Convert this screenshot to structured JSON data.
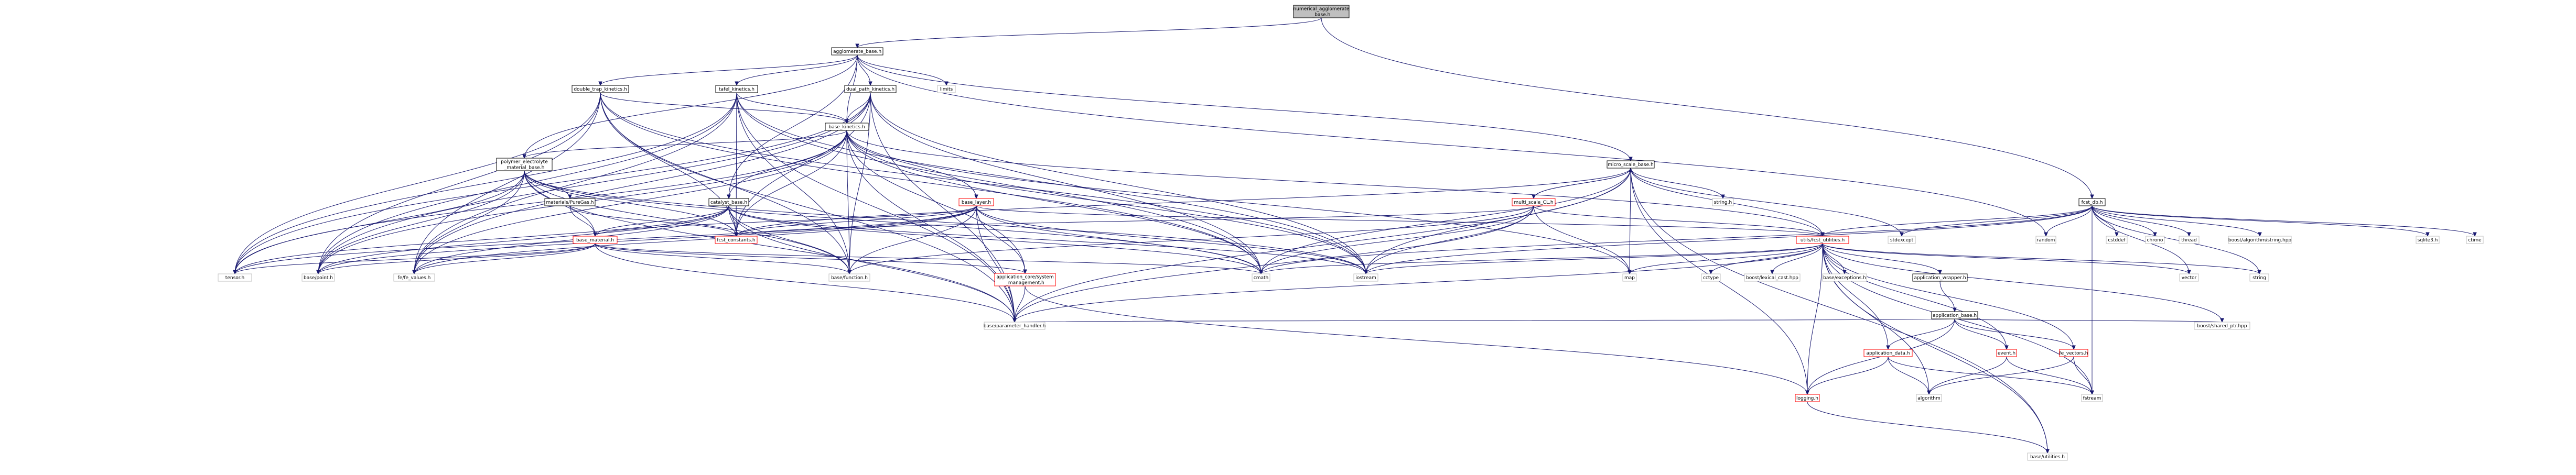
{
  "colors": {
    "edge": "#191970",
    "root_fill": "#bfbfbf",
    "node_fill": "#ffffff",
    "node_border_normal": "#000000",
    "node_border_truncated": "#ff0000",
    "node_border_system": "#bfbfbf"
  },
  "nodes": [
    {
      "id": "root",
      "lines": [
        "numerical_agglomerate",
        "_base.h"
      ],
      "kind": "root"
    },
    {
      "id": "agglom",
      "lines": [
        "agglomerate_base.h"
      ],
      "kind": "normal"
    },
    {
      "id": "limits",
      "lines": [
        "limits"
      ],
      "kind": "system"
    },
    {
      "id": "double_trap",
      "lines": [
        "double_trap_kinetics.h"
      ],
      "kind": "normal"
    },
    {
      "id": "tafel",
      "lines": [
        "tafel_kinetics.h"
      ],
      "kind": "normal"
    },
    {
      "id": "dual_path",
      "lines": [
        "dual_path_kinetics.h"
      ],
      "kind": "normal"
    },
    {
      "id": "base_kinetics",
      "lines": [
        "base_kinetics.h"
      ],
      "kind": "normal"
    },
    {
      "id": "polymer",
      "lines": [
        "polymer_electrolyte",
        "_material_base.h"
      ],
      "kind": "normal"
    },
    {
      "id": "puregas",
      "lines": [
        "materials/PureGas.h"
      ],
      "kind": "normal"
    },
    {
      "id": "catalyst",
      "lines": [
        "catalyst_base.h"
      ],
      "kind": "normal"
    },
    {
      "id": "base_material",
      "lines": [
        "base_material.h"
      ],
      "kind": "truncated"
    },
    {
      "id": "base_layer",
      "lines": [
        "base_layer.h"
      ],
      "kind": "truncated"
    },
    {
      "id": "fcst_constants",
      "lines": [
        "fcst_constants.h"
      ],
      "kind": "truncated"
    },
    {
      "id": "micro_scale",
      "lines": [
        "micro_scale_base.h"
      ],
      "kind": "normal"
    },
    {
      "id": "multi_scale",
      "lines": [
        "multi_scale_CL.h"
      ],
      "kind": "truncated"
    },
    {
      "id": "fcst_db",
      "lines": [
        "fcst_db.h"
      ],
      "kind": "normal"
    },
    {
      "id": "tensor",
      "lines": [
        "tensor.h"
      ],
      "kind": "system"
    },
    {
      "id": "point",
      "lines": [
        "base/point.h"
      ],
      "kind": "system"
    },
    {
      "id": "fe_values",
      "lines": [
        "fe/fe_values.h"
      ],
      "kind": "system"
    },
    {
      "id": "function",
      "lines": [
        "base/function.h"
      ],
      "kind": "system"
    },
    {
      "id": "app_system",
      "lines": [
        "application_core/system",
        "_management.h"
      ],
      "kind": "truncated"
    },
    {
      "id": "cmath",
      "lines": [
        "cmath"
      ],
      "kind": "system"
    },
    {
      "id": "iostream",
      "lines": [
        "iostream"
      ],
      "kind": "system"
    },
    {
      "id": "param_handler",
      "lines": [
        "base/parameter_handler.h"
      ],
      "kind": "system"
    },
    {
      "id": "stringh",
      "lines": [
        "string.h"
      ],
      "kind": "system"
    },
    {
      "id": "stdexcept",
      "lines": [
        "stdexcept"
      ],
      "kind": "system"
    },
    {
      "id": "random",
      "lines": [
        "random"
      ],
      "kind": "system"
    },
    {
      "id": "cstddef",
      "lines": [
        "cstddef"
      ],
      "kind": "system"
    },
    {
      "id": "chrono",
      "lines": [
        "chrono"
      ],
      "kind": "system"
    },
    {
      "id": "thread",
      "lines": [
        "thread"
      ],
      "kind": "system"
    },
    {
      "id": "boost_algo",
      "lines": [
        "boost/algorithm/string.hpp"
      ],
      "kind": "system"
    },
    {
      "id": "sqlite",
      "lines": [
        "sqlite3.h"
      ],
      "kind": "system"
    },
    {
      "id": "ctime",
      "lines": [
        "ctime"
      ],
      "kind": "system"
    },
    {
      "id": "fcst_utilities",
      "lines": [
        "utils/fcst_utilities.h"
      ],
      "kind": "truncated"
    },
    {
      "id": "map",
      "lines": [
        "map"
      ],
      "kind": "system"
    },
    {
      "id": "cctype",
      "lines": [
        "cctype"
      ],
      "kind": "system"
    },
    {
      "id": "lexical",
      "lines": [
        "boost/lexical_cast.hpp"
      ],
      "kind": "system"
    },
    {
      "id": "exceptions",
      "lines": [
        "base/exceptions.h"
      ],
      "kind": "system"
    },
    {
      "id": "app_wrapper",
      "lines": [
        "application_wrapper.h"
      ],
      "kind": "normal"
    },
    {
      "id": "vector",
      "lines": [
        "vector"
      ],
      "kind": "system"
    },
    {
      "id": "string",
      "lines": [
        "string"
      ],
      "kind": "system"
    },
    {
      "id": "app_base",
      "lines": [
        "application_base.h"
      ],
      "kind": "normal"
    },
    {
      "id": "boost_shared",
      "lines": [
        "boost/shared_ptr.hpp"
      ],
      "kind": "system"
    },
    {
      "id": "app_data",
      "lines": [
        "application_data.h"
      ],
      "kind": "truncated"
    },
    {
      "id": "event",
      "lines": [
        "event.h"
      ],
      "kind": "truncated"
    },
    {
      "id": "fe_vectors",
      "lines": [
        "fe_vectors.h"
      ],
      "kind": "truncated"
    },
    {
      "id": "algorithm",
      "lines": [
        "algorithm"
      ],
      "kind": "system"
    },
    {
      "id": "fstream",
      "lines": [
        "fstream"
      ],
      "kind": "system"
    },
    {
      "id": "logging",
      "lines": [
        "logging.h"
      ],
      "kind": "truncated"
    },
    {
      "id": "utilities",
      "lines": [
        "base/utilities.h"
      ],
      "kind": "system"
    }
  ],
  "edges": [
    [
      "root",
      "agglom"
    ],
    [
      "root",
      "fcst_db"
    ],
    [
      "agglom",
      "limits"
    ],
    [
      "agglom",
      "double_trap"
    ],
    [
      "agglom",
      "tafel"
    ],
    [
      "agglom",
      "dual_path"
    ],
    [
      "agglom",
      "base_kinetics"
    ],
    [
      "agglom",
      "polymer"
    ],
    [
      "agglom",
      "catalyst"
    ],
    [
      "agglom",
      "micro_scale"
    ],
    [
      "agglom",
      "random"
    ],
    [
      "double_trap",
      "base_kinetics"
    ],
    [
      "double_trap",
      "tensor"
    ],
    [
      "double_trap",
      "point"
    ],
    [
      "double_trap",
      "fe_values"
    ],
    [
      "double_trap",
      "function"
    ],
    [
      "double_trap",
      "param_handler"
    ],
    [
      "double_trap",
      "fcst_constants"
    ],
    [
      "double_trap",
      "cmath"
    ],
    [
      "double_trap",
      "iostream"
    ],
    [
      "tafel",
      "base_kinetics"
    ],
    [
      "tafel",
      "tensor"
    ],
    [
      "tafel",
      "point"
    ],
    [
      "tafel",
      "fe_values"
    ],
    [
      "tafel",
      "function"
    ],
    [
      "tafel",
      "param_handler"
    ],
    [
      "tafel",
      "fcst_constants"
    ],
    [
      "tafel",
      "cmath"
    ],
    [
      "tafel",
      "iostream"
    ],
    [
      "dual_path",
      "base_kinetics"
    ],
    [
      "dual_path",
      "tensor"
    ],
    [
      "dual_path",
      "point"
    ],
    [
      "dual_path",
      "fe_values"
    ],
    [
      "dual_path",
      "function"
    ],
    [
      "dual_path",
      "param_handler"
    ],
    [
      "dual_path",
      "fcst_constants"
    ],
    [
      "dual_path",
      "cmath"
    ],
    [
      "dual_path",
      "iostream"
    ],
    [
      "base_kinetics",
      "polymer"
    ],
    [
      "base_kinetics",
      "catalyst"
    ],
    [
      "base_kinetics",
      "base_layer"
    ],
    [
      "base_kinetics",
      "fcst_constants"
    ],
    [
      "base_kinetics",
      "app_system"
    ],
    [
      "base_kinetics",
      "tensor"
    ],
    [
      "base_kinetics",
      "point"
    ],
    [
      "base_kinetics",
      "fe_values"
    ],
    [
      "base_kinetics",
      "function"
    ],
    [
      "base_kinetics",
      "param_handler"
    ],
    [
      "base_kinetics",
      "cmath"
    ],
    [
      "base_kinetics",
      "iostream"
    ],
    [
      "base_kinetics",
      "map"
    ],
    [
      "base_kinetics",
      "fcst_utilities"
    ],
    [
      "polymer",
      "puregas"
    ],
    [
      "polymer",
      "base_material"
    ],
    [
      "polymer",
      "fcst_constants"
    ],
    [
      "polymer",
      "tensor"
    ],
    [
      "polymer",
      "point"
    ],
    [
      "polymer",
      "fe_values"
    ],
    [
      "polymer",
      "function"
    ],
    [
      "polymer",
      "param_handler"
    ],
    [
      "polymer",
      "cmath"
    ],
    [
      "polymer",
      "iostream"
    ],
    [
      "puregas",
      "base_material"
    ],
    [
      "puregas",
      "fcst_constants"
    ],
    [
      "catalyst",
      "base_material"
    ],
    [
      "catalyst",
      "fcst_constants"
    ],
    [
      "catalyst",
      "tensor"
    ],
    [
      "catalyst",
      "point"
    ],
    [
      "catalyst",
      "fe_values"
    ],
    [
      "catalyst",
      "function"
    ],
    [
      "catalyst",
      "param_handler"
    ],
    [
      "catalyst",
      "cmath"
    ],
    [
      "catalyst",
      "iostream"
    ],
    [
      "base_layer",
      "base_material"
    ],
    [
      "base_layer",
      "app_system"
    ],
    [
      "base_layer",
      "fcst_constants"
    ],
    [
      "base_layer",
      "fcst_utilities"
    ],
    [
      "base_layer",
      "tensor"
    ],
    [
      "base_layer",
      "point"
    ],
    [
      "base_layer",
      "fe_values"
    ],
    [
      "base_layer",
      "function"
    ],
    [
      "base_layer",
      "param_handler"
    ],
    [
      "base_layer",
      "cmath"
    ],
    [
      "base_layer",
      "iostream"
    ],
    [
      "base_material",
      "param_handler"
    ],
    [
      "base_material",
      "function"
    ],
    [
      "base_material",
      "app_system"
    ],
    [
      "base_material",
      "point"
    ],
    [
      "base_material",
      "tensor"
    ],
    [
      "base_material",
      "fe_values"
    ],
    [
      "base_material",
      "cmath"
    ],
    [
      "app_system",
      "param_handler"
    ],
    [
      "app_system",
      "logging"
    ],
    [
      "micro_scale",
      "multi_scale"
    ],
    [
      "micro_scale",
      "stringh"
    ],
    [
      "micro_scale",
      "stdexcept"
    ],
    [
      "micro_scale",
      "fcst_utilities"
    ],
    [
      "micro_scale",
      "fcst_constants"
    ],
    [
      "micro_scale",
      "map"
    ],
    [
      "micro_scale",
      "param_handler"
    ],
    [
      "micro_scale",
      "cmath"
    ],
    [
      "micro_scale",
      "iostream"
    ],
    [
      "micro_scale",
      "logging"
    ],
    [
      "micro_scale",
      "utilities"
    ],
    [
      "multi_scale",
      "micro_scale"
    ],
    [
      "multi_scale",
      "fcst_utilities"
    ],
    [
      "multi_scale",
      "function"
    ],
    [
      "multi_scale",
      "fcst_constants"
    ],
    [
      "multi_scale",
      "map"
    ],
    [
      "multi_scale",
      "param_handler"
    ],
    [
      "multi_scale",
      "cmath"
    ],
    [
      "multi_scale",
      "iostream"
    ],
    [
      "fcst_db",
      "random"
    ],
    [
      "fcst_db",
      "cstddef"
    ],
    [
      "fcst_db",
      "chrono"
    ],
    [
      "fcst_db",
      "thread"
    ],
    [
      "fcst_db",
      "boost_algo"
    ],
    [
      "fcst_db",
      "sqlite"
    ],
    [
      "fcst_db",
      "ctime"
    ],
    [
      "fcst_db",
      "fcst_utilities"
    ],
    [
      "fcst_db",
      "vector"
    ],
    [
      "fcst_db",
      "string"
    ],
    [
      "fcst_db",
      "iostream"
    ],
    [
      "fcst_db",
      "fstream"
    ],
    [
      "fcst_db",
      "cmath"
    ],
    [
      "fcst_db",
      "stdexcept"
    ],
    [
      "fcst_utilities",
      "map"
    ],
    [
      "fcst_utilities",
      "cctype"
    ],
    [
      "fcst_utilities",
      "lexical"
    ],
    [
      "fcst_utilities",
      "exceptions"
    ],
    [
      "fcst_utilities",
      "app_wrapper"
    ],
    [
      "fcst_utilities",
      "vector"
    ],
    [
      "fcst_utilities",
      "string"
    ],
    [
      "fcst_utilities",
      "app_data"
    ],
    [
      "fcst_utilities",
      "event"
    ],
    [
      "fcst_utilities",
      "fe_vectors"
    ],
    [
      "fcst_utilities",
      "algorithm"
    ],
    [
      "fcst_utilities",
      "fstream"
    ],
    [
      "fcst_utilities",
      "logging"
    ],
    [
      "fcst_utilities",
      "utilities"
    ],
    [
      "fcst_utilities",
      "cmath"
    ],
    [
      "fcst_utilities",
      "iostream"
    ],
    [
      "fcst_utilities",
      "param_handler"
    ],
    [
      "fcst_utilities",
      "boost_shared"
    ],
    [
      "app_wrapper",
      "app_base"
    ],
    [
      "app_base",
      "app_data"
    ],
    [
      "app_base",
      "event"
    ],
    [
      "app_base",
      "fe_vectors"
    ],
    [
      "app_base",
      "boost_shared"
    ],
    [
      "app_base",
      "param_handler"
    ],
    [
      "app_base",
      "logging"
    ],
    [
      "app_data",
      "algorithm"
    ],
    [
      "app_data",
      "fstream"
    ],
    [
      "app_data",
      "logging"
    ],
    [
      "event",
      "algorithm"
    ],
    [
      "event",
      "fstream"
    ],
    [
      "fe_vectors",
      "algorithm"
    ],
    [
      "fe_vectors",
      "fstream"
    ],
    [
      "logging",
      "utilities"
    ]
  ]
}
